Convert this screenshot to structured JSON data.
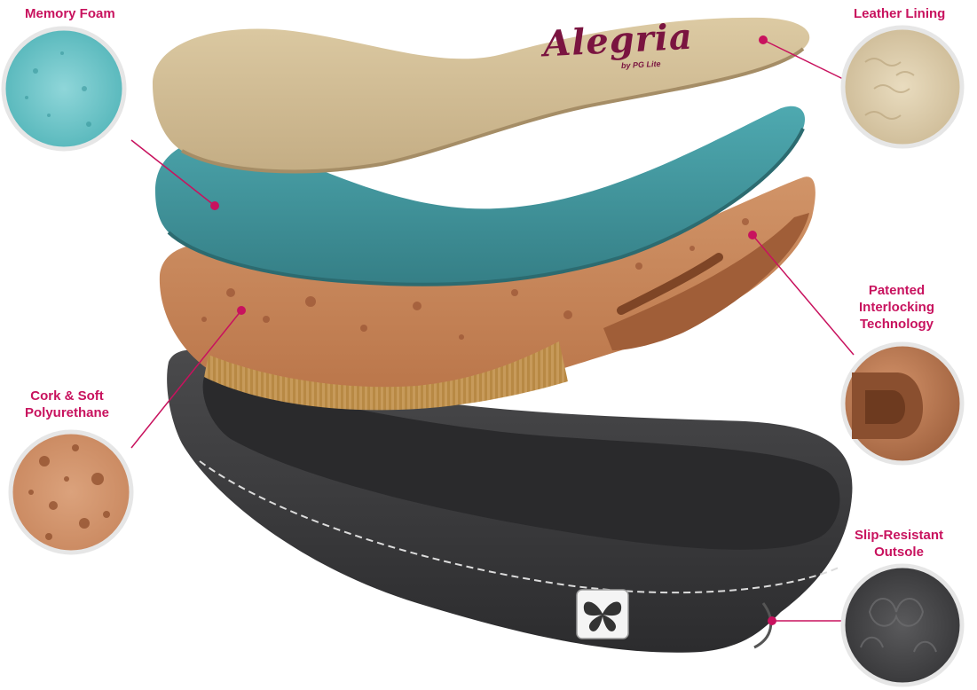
{
  "brand": {
    "logo_text": "Alegria",
    "sub_text": "by PG Lite"
  },
  "callouts": {
    "memory_foam": [
      "Memory Foam"
    ],
    "leather_lining": [
      "Leather Lining"
    ],
    "interlocking": [
      "Patented",
      "Interlocking",
      "Technology"
    ],
    "cork": [
      "Cork & Soft",
      "Polyurethane"
    ],
    "outsole": [
      "Slip-Resistant",
      "Outsole"
    ]
  },
  "colors": {
    "callout_accent": "#c8125e",
    "leather_tan": "#cdb48a",
    "memory_foam_teal": "#3e9aa1",
    "cork_orange": "#c98358",
    "outsole_charcoal": "#3a3a3c"
  }
}
